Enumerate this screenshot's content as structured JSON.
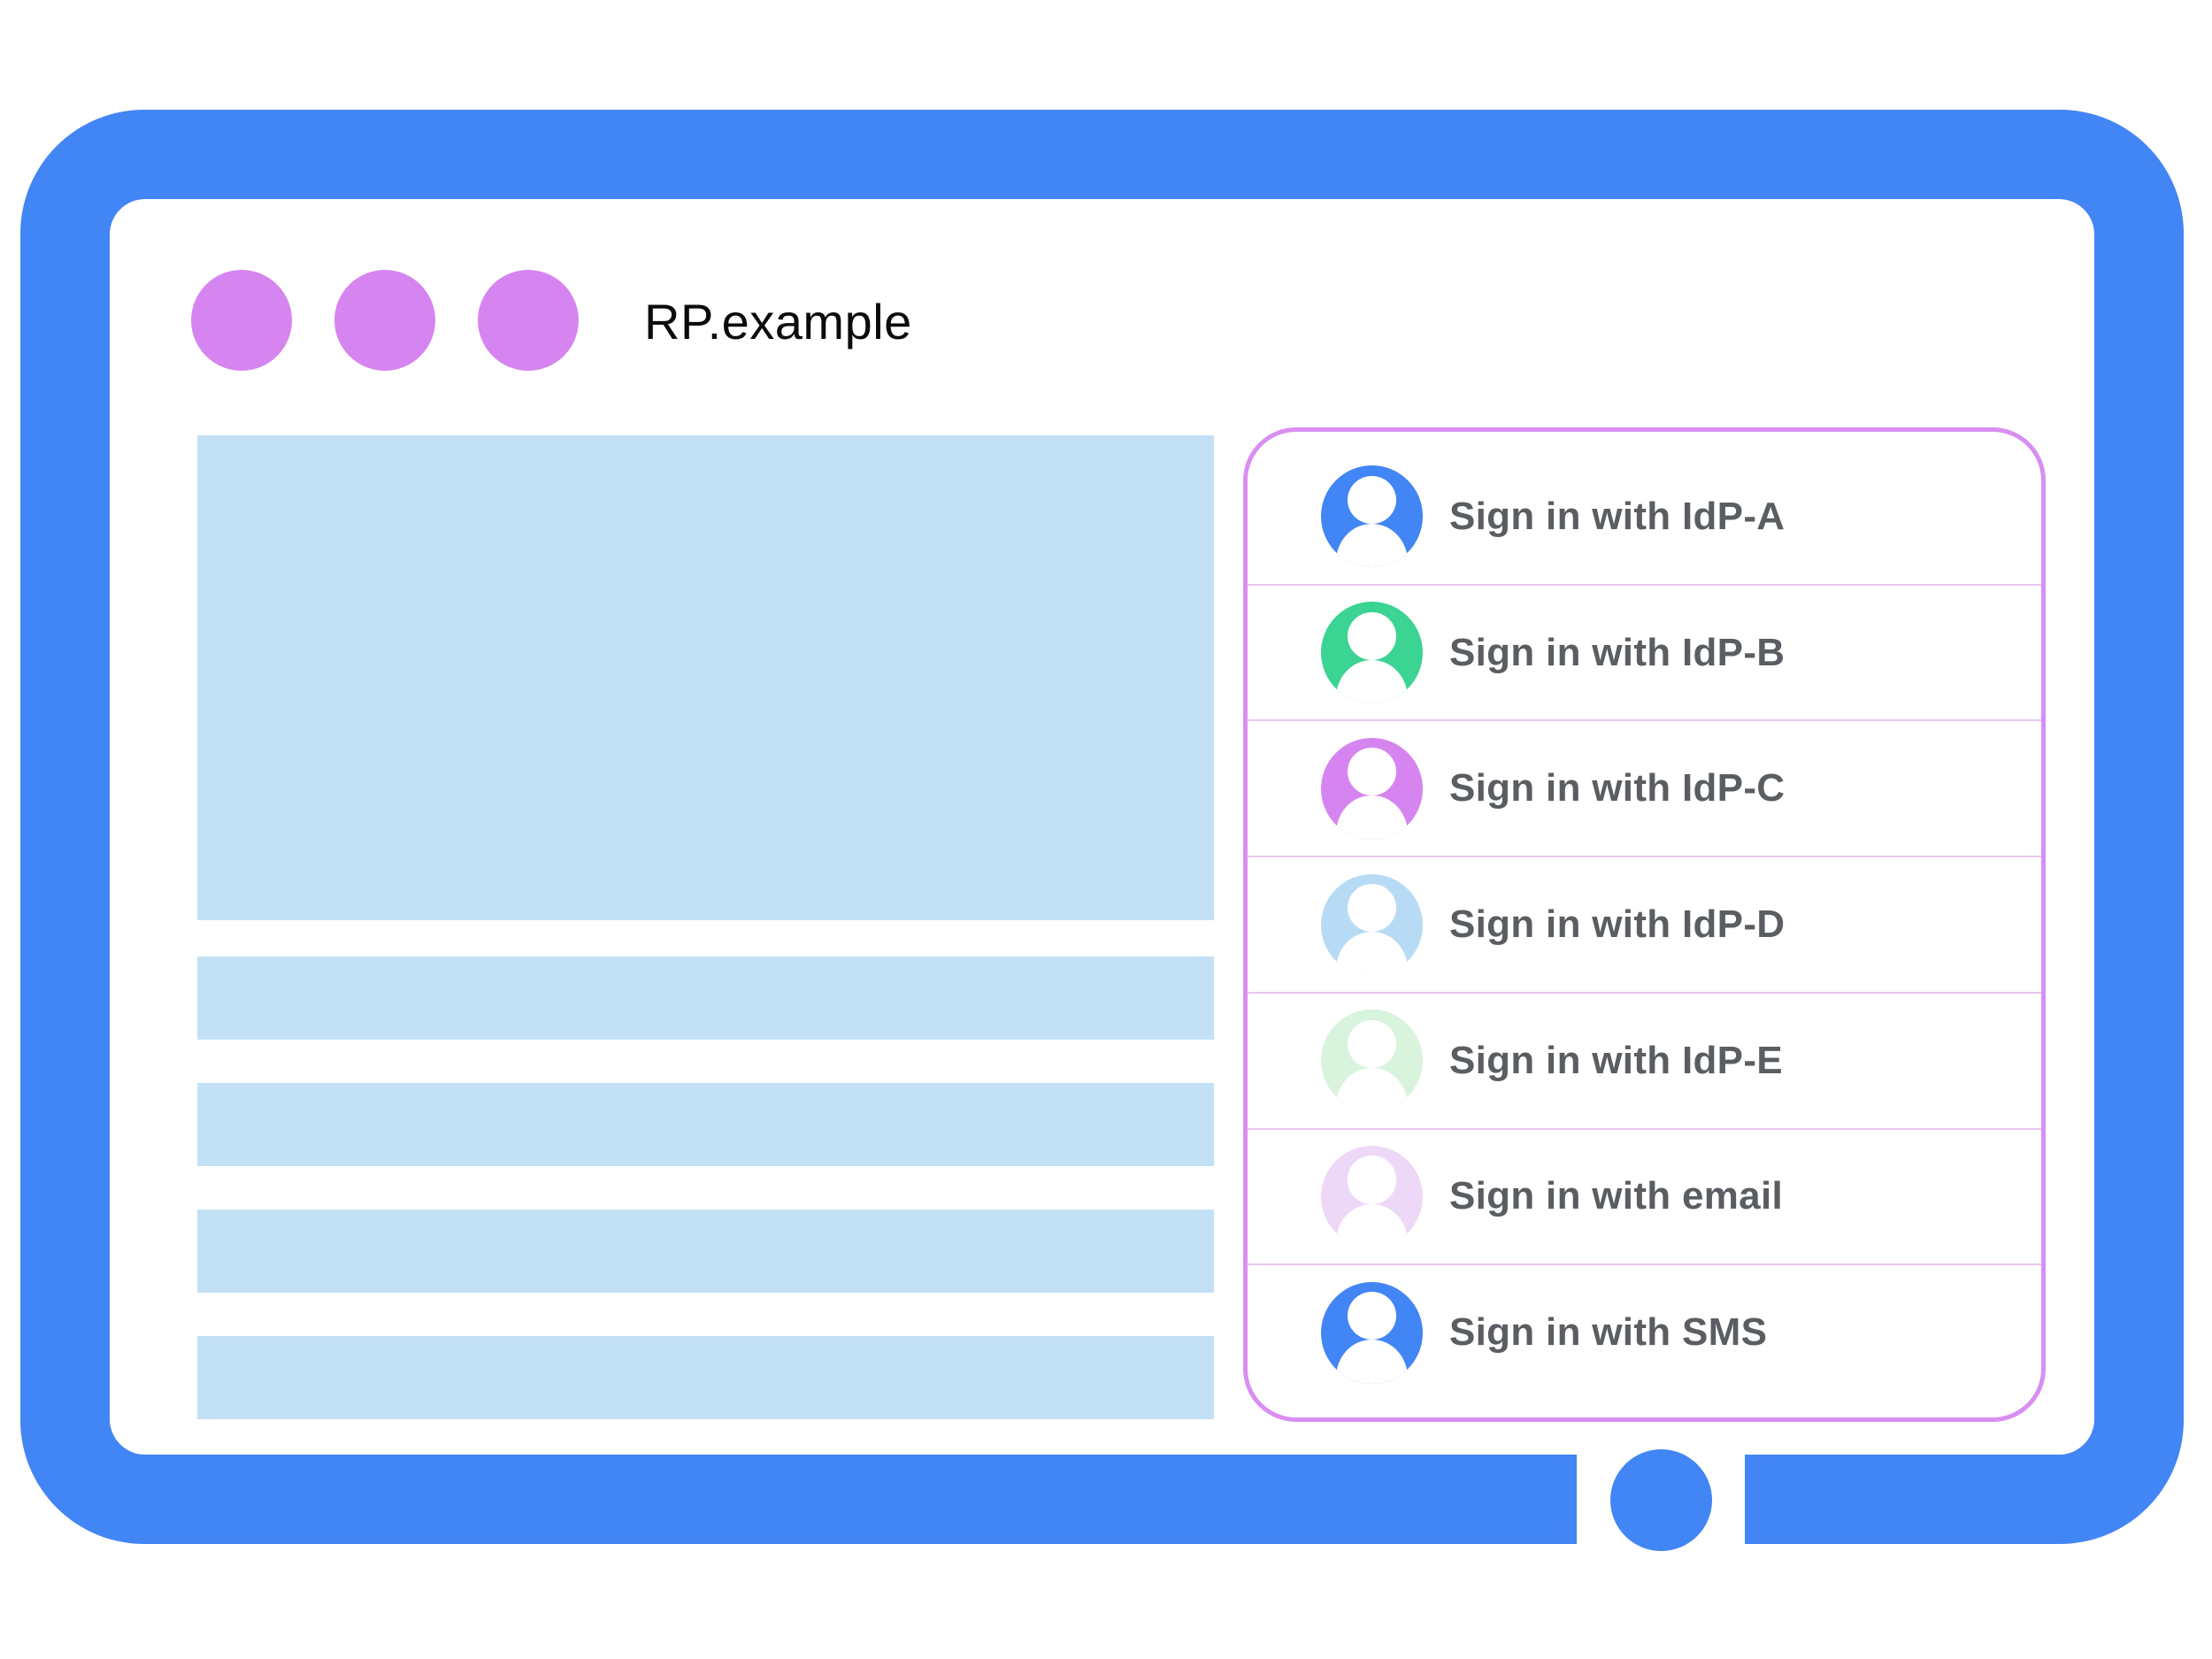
{
  "monitor": {
    "frame_color": "#4285f4",
    "screen_color": "#ffffff"
  },
  "browser": {
    "window_dots_color": "#d685f0",
    "site_title": "RP.example",
    "title_color": "#0b0b0b"
  },
  "content_placeholders": {
    "color": "#c3e1f6"
  },
  "signin_dialog": {
    "border_color": "#d98ef2",
    "divider_color": "#e9c6f2",
    "label_color": "#5a5d62",
    "avatar_glyph_color": "#ffffff",
    "rows": [
      {
        "label": "Sign in with IdP-A",
        "avatar_color": "#4285f4"
      },
      {
        "label": "Sign in with IdP-B",
        "avatar_color": "#3bd492"
      },
      {
        "label": "Sign in with IdP-C",
        "avatar_color": "#d685f0"
      },
      {
        "label": "Sign in with IdP-D",
        "avatar_color": "#b7dbf4"
      },
      {
        "label": "Sign in with IdP-E",
        "avatar_color": "#d9f4dd"
      },
      {
        "label": "Sign in with email",
        "avatar_color": "#eed8f8"
      },
      {
        "label": "Sign in with SMS",
        "avatar_color": "#4285f4"
      }
    ]
  }
}
